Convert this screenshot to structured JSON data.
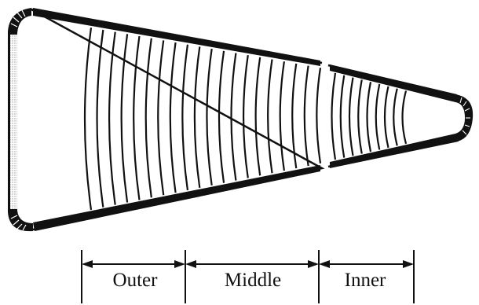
{
  "figure": {
    "region_labels": {
      "outer": "Outer",
      "middle": "Middle",
      "inner": "Inner"
    },
    "colors": {
      "ink": "#111111",
      "background": "#ffffff",
      "stipple": "#bdbdbd"
    }
  }
}
